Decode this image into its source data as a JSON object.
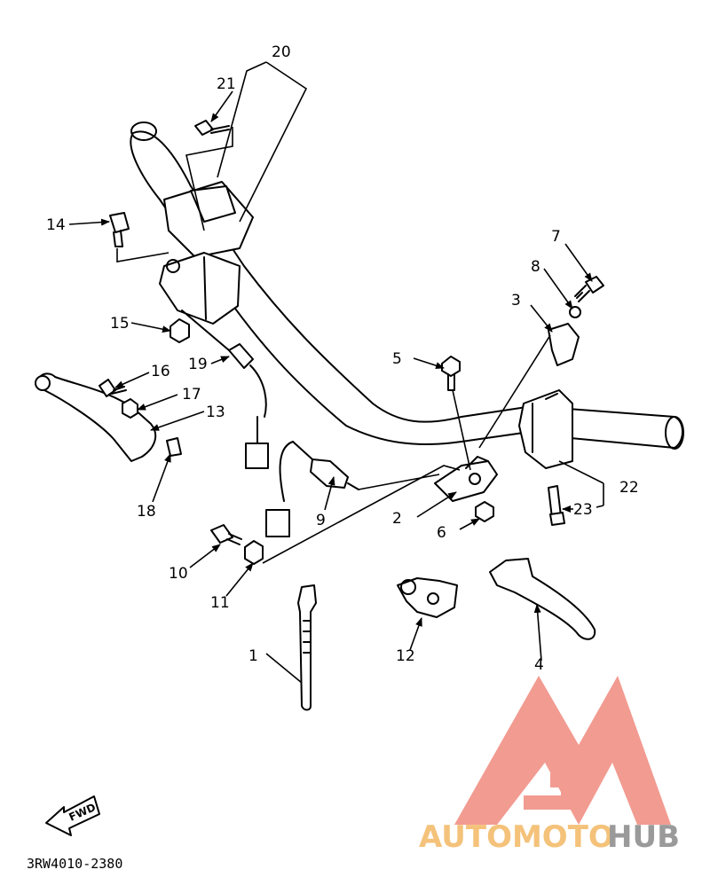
{
  "diagram_code": "3RW4010-2380",
  "fwd_label": "FWD",
  "watermark": {
    "brand_part1": "AUTOMOTO",
    "brand_part2": "HUB",
    "color_part1": "#f4c27a",
    "color_part2": "#9a9a9a",
    "logo_color": "#f08a7e"
  },
  "callouts": {
    "c1": "1",
    "c2": "2",
    "c3": "3",
    "c4": "4",
    "c5": "5",
    "c6": "6",
    "c7": "7",
    "c8": "8",
    "c9": "9",
    "c10": "10",
    "c11": "11",
    "c12": "12",
    "c13": "13",
    "c14": "14",
    "c15": "15",
    "c16": "16",
    "c17": "17",
    "c18": "18",
    "c19": "19",
    "c20": "20",
    "c21": "21",
    "c22": "22",
    "c23": "23"
  }
}
